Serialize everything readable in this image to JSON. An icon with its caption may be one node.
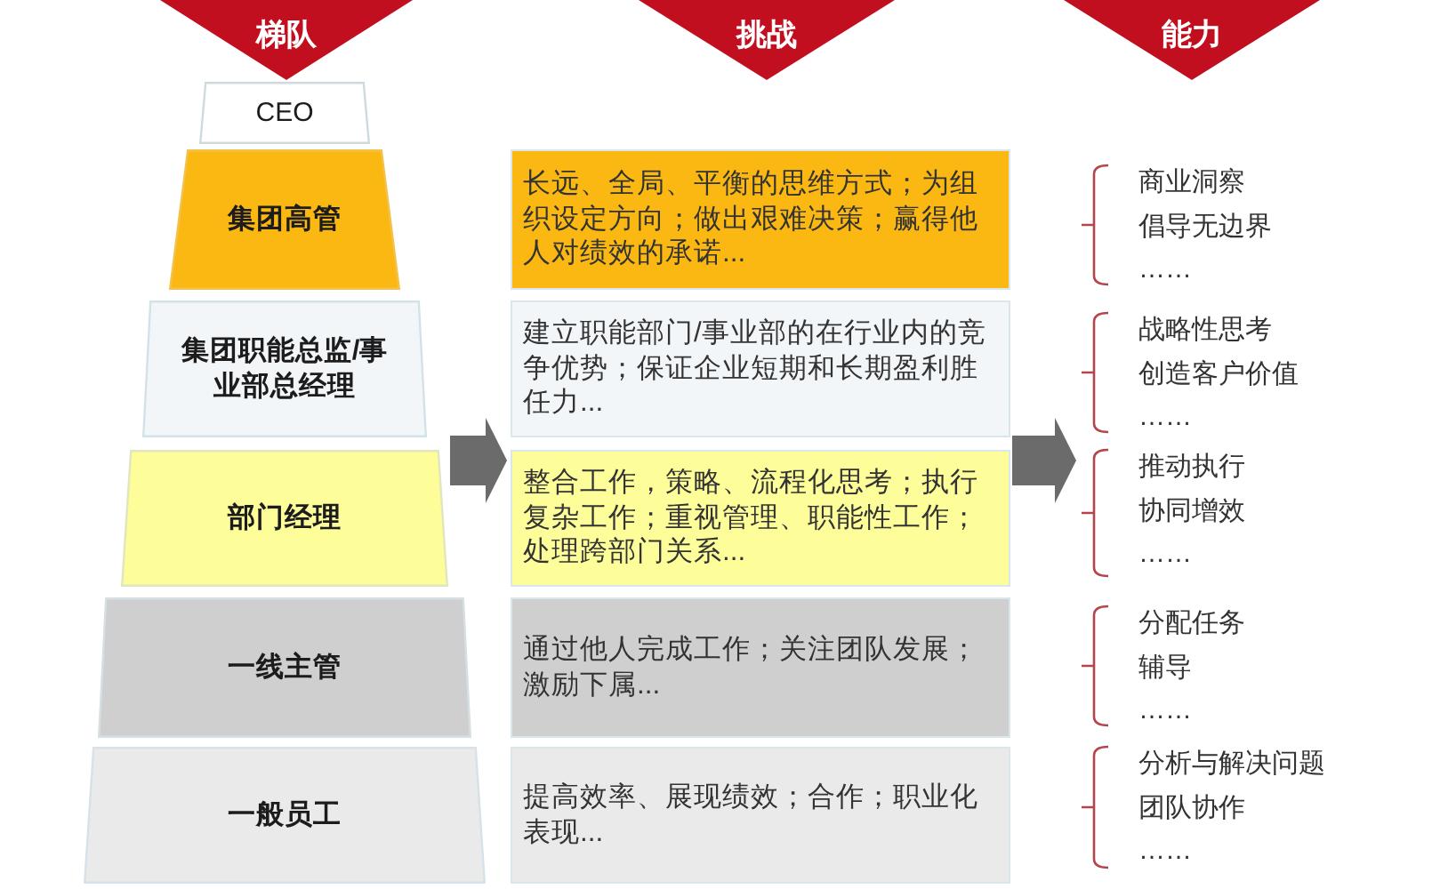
{
  "diagram": {
    "nodes": [
      {
        "text": [
          "梯队"
        ]
      },
      {
        "text": [
          "挑战"
        ]
      },
      {
        "text": [
          "能力"
        ]
      },
      {
        "text": [
          "CEO"
        ]
      },
      {
        "text": [
          "集团高管"
        ]
      },
      {
        "text": [
          "长远、全局、平衡的思维方式；为组织设定方向；做出艰难决策；赢得他人对绩效的承诺..."
        ]
      },
      {
        "text": [
          "商业洞察",
          "倡导无边界",
          "……"
        ]
      },
      {
        "text": [
          "集团职能总监/事业部总经理"
        ]
      },
      {
        "text": [
          "建立职能部门/事业部的在行业内的竞争优势；保证企业短期和长期盈利胜任力..."
        ]
      },
      {
        "text": [
          "战略性思考",
          "创造客户价值",
          "……"
        ]
      },
      {
        "text": [
          "部门经理"
        ]
      },
      {
        "text": [
          "整合工作，策略、流程化思考；执行复杂工作；重视管理、职能性工作；处理跨部门关系..."
        ]
      },
      {
        "text": [
          "推动执行",
          "协同增效",
          "……"
        ]
      },
      {
        "text": [
          "一线主管"
        ]
      },
      {
        "text": [
          "通过他人完成工作；关注团队发展；激励下属..."
        ]
      },
      {
        "text": [
          "分配任务",
          "辅导",
          "……"
        ]
      },
      {
        "text": [
          "一般员工"
        ]
      },
      {
        "text": [
          "提高效率、展现绩效；合作；职业化表现..."
        ]
      },
      {
        "text": [
          "分析与解决问题",
          "团队协作",
          "……"
        ]
      }
    ],
    "edges": [
      {
        "from": 10,
        "to": 11,
        "arrow": "to"
      },
      {
        "from": 11,
        "to": 12,
        "arrow": "to"
      }
    ]
  }
}
